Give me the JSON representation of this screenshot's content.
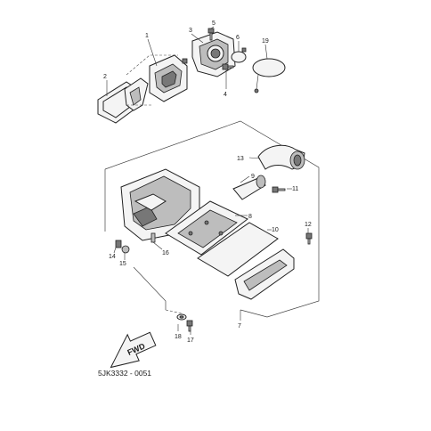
{
  "diagram": {
    "callouts": [
      {
        "id": "c1",
        "text": "1"
      },
      {
        "id": "c2",
        "text": "2"
      },
      {
        "id": "c3",
        "text": "3"
      },
      {
        "id": "c4",
        "text": "4"
      },
      {
        "id": "c5",
        "text": "5"
      },
      {
        "id": "c6",
        "text": "6"
      },
      {
        "id": "c19",
        "text": "19"
      },
      {
        "id": "c13",
        "text": "13"
      },
      {
        "id": "c9",
        "text": "9"
      },
      {
        "id": "c11",
        "text": "11"
      },
      {
        "id": "c8",
        "text": "8"
      },
      {
        "id": "c10",
        "text": "10"
      },
      {
        "id": "c12",
        "text": "12"
      },
      {
        "id": "c14",
        "text": "14"
      },
      {
        "id": "c15",
        "text": "15"
      },
      {
        "id": "c16",
        "text": "16"
      },
      {
        "id": "c18",
        "text": "18"
      },
      {
        "id": "c17",
        "text": "17"
      },
      {
        "id": "c7",
        "text": "7"
      }
    ],
    "fwd_label": "FWD",
    "drawing_code": "5JK3332 - 0051"
  }
}
